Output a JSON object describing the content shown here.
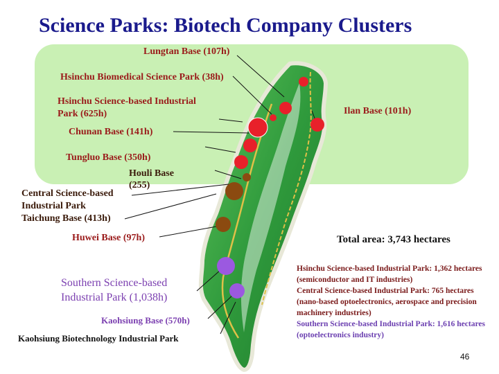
{
  "title": "Science Parks: Biotech Company Clusters",
  "labels": {
    "lungtan": "Lungtan Base (107h)",
    "hsinchu_biomed": "Hsinchu Biomedical Science Park (38h)",
    "hsinchu_sci_1": "Hsinchu Science-based Industrial",
    "hsinchu_sci_2": "Park (625h)",
    "ilan": "Ilan Base (101h)",
    "chunan": "Chunan Base (141h)",
    "tungluo": "Tungluo Base (350h)",
    "houli_1": "Houli Base",
    "houli_2": "(255)",
    "central_1": "Central Science-based",
    "central_2": "Industrial Park",
    "central_3": "Taichung Base (413h)",
    "huwei": "Huwei Base (97h)",
    "southern_1": "Southern Science-based",
    "southern_2": "Industrial Park (1,038h)",
    "kaohsiung_base": "Kaohsiung Base (570h)",
    "kaohsiung_bio": "Kaohsiung Biotechnology Industrial Park"
  },
  "total_area": "Total area: 3,743 hectares",
  "notes": {
    "hsinchu": "Hsinchu Science-based Industrial Park: 1,362 hectares (semiconductor and IT industries)",
    "central": "Central Science-based Industrial Park: 765 hectares (nano-based optoelectronics, aerospace and precision machinery industries)",
    "southern": "Southern Science-based Industrial Park: 1,616 hectares (optoelectronics industry)"
  },
  "page_number": "46",
  "colors": {
    "title": "#1a1a8c",
    "band": "#c9f0b4",
    "island": "#2f9a3c",
    "north_parks": "#e8202a",
    "central_parks": "#8b4a10",
    "southern_parks": "#9b59e0"
  }
}
